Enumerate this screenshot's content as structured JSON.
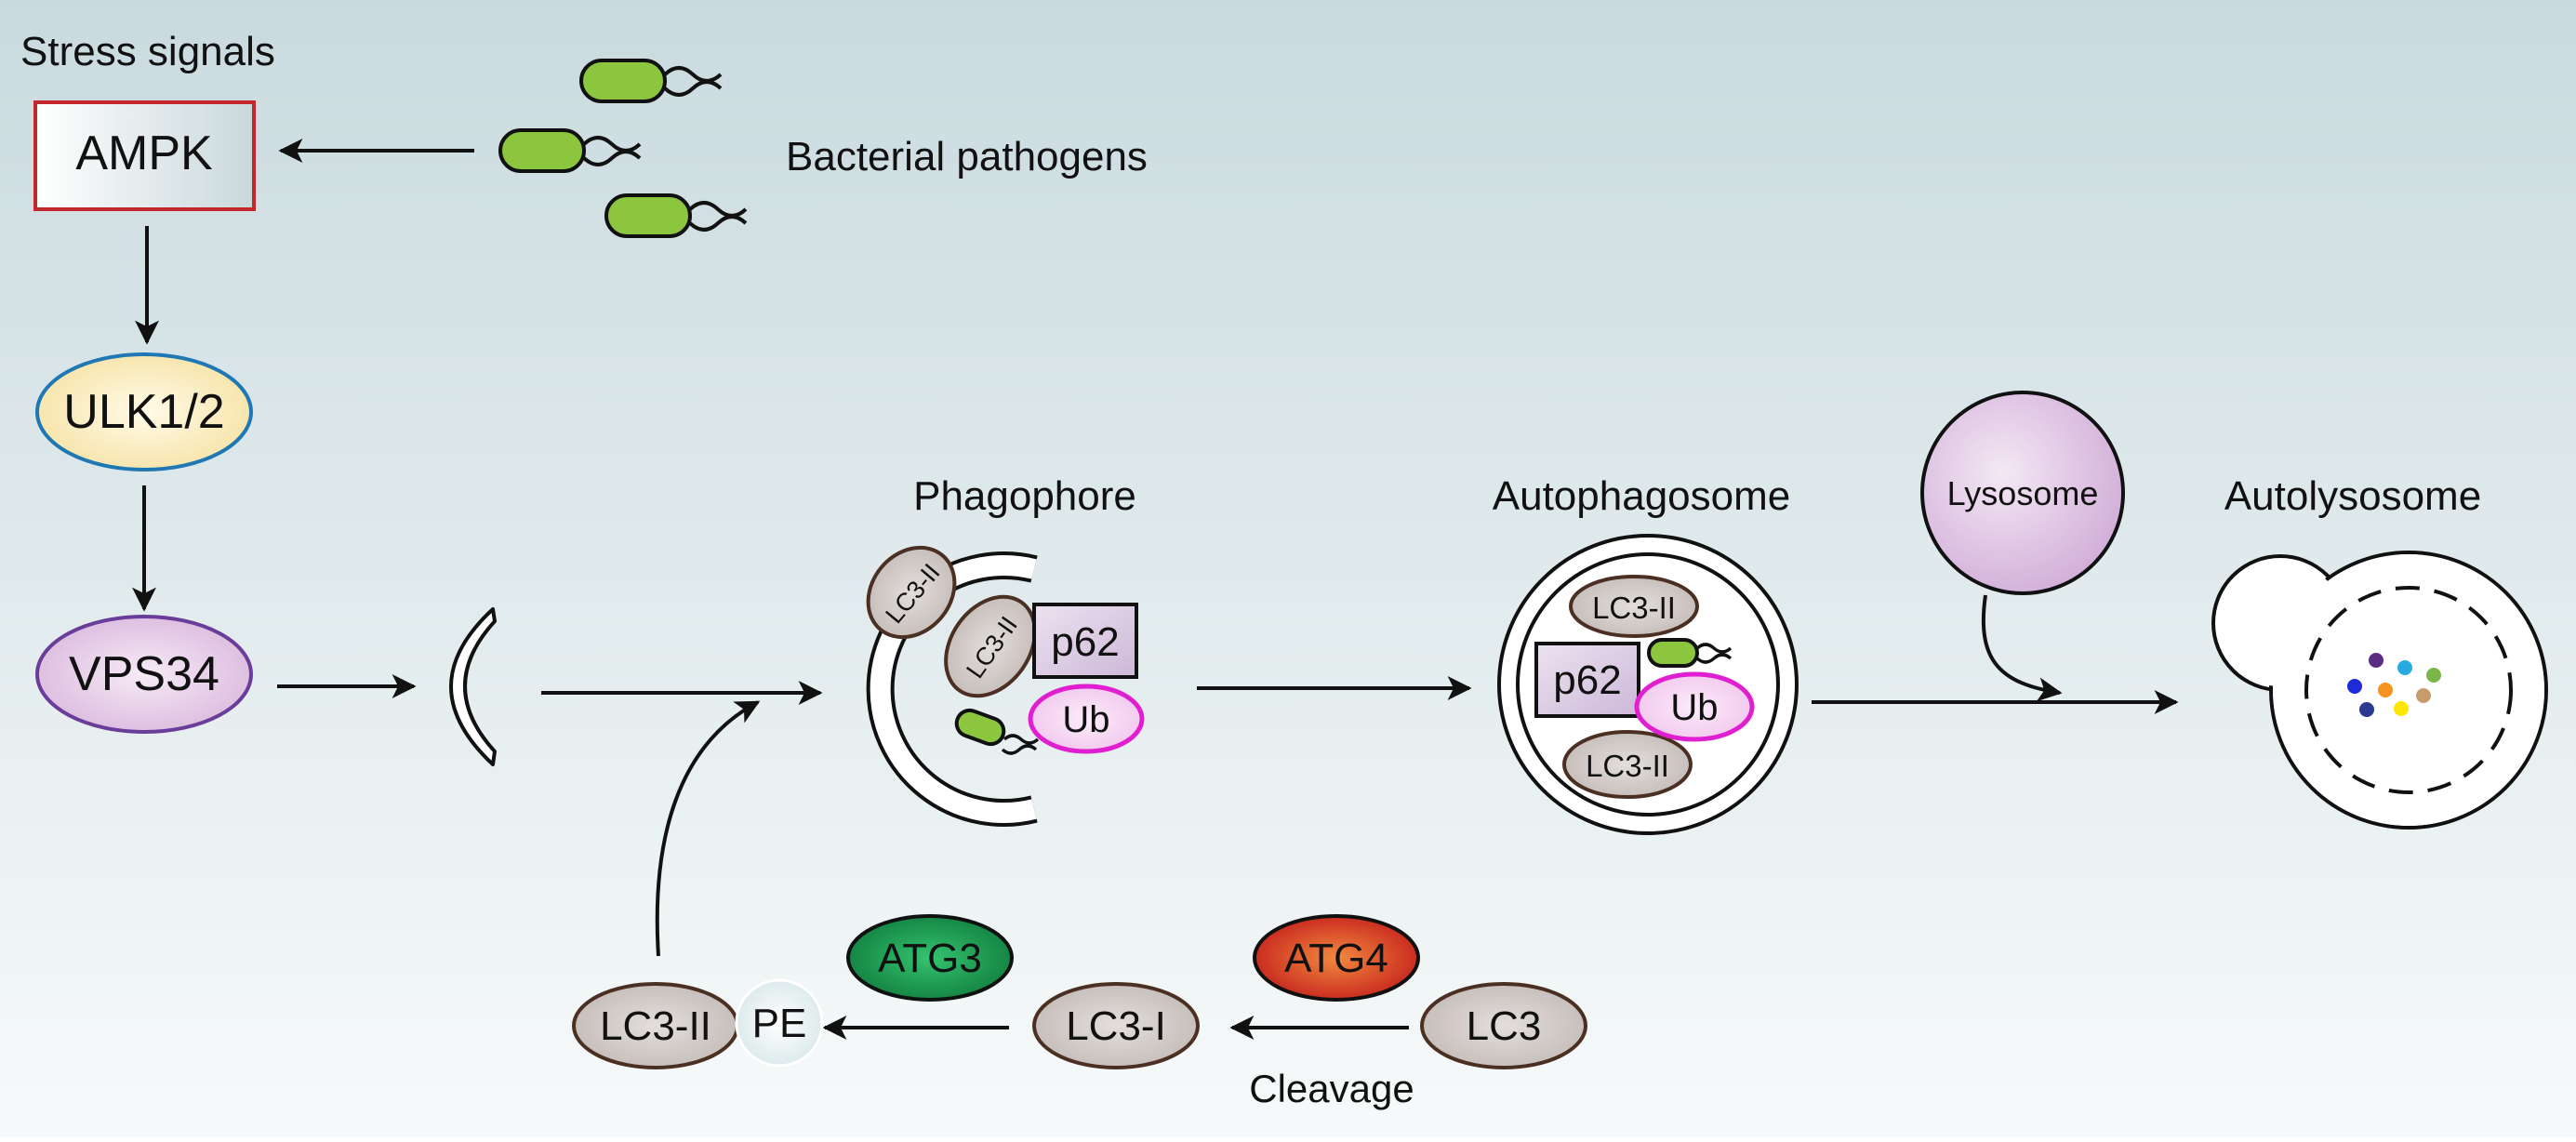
{
  "labels": {
    "stress_signals": "Stress signals",
    "bacterial_pathogens": "Bacterial pathogens",
    "phagophore": "Phagophore",
    "autophagosome": "Autophagosome",
    "autolysosome": "Autolysosome",
    "cleavage": "Cleavage"
  },
  "nodes": {
    "ampk": "AMPK",
    "ulk": "ULK1/2",
    "vps34": "VPS34",
    "lysosome": "Lysosome",
    "atg3": "ATG3",
    "atg4": "ATG4",
    "lc3": "LC3",
    "lc3_i": "LC3-I",
    "lc3_ii": "LC3-II",
    "pe": "PE",
    "p62": "p62",
    "ub": "Ub"
  },
  "colors": {
    "background_top": "#c9dade",
    "background_bottom": "#f7fafa",
    "bacterium": "#8cc63f",
    "ampk_border": "#c1272d",
    "ulk_fill": "#fdf3c8",
    "ulk_border": "#1f78b4",
    "vps34_fill": "#e8cfe8",
    "vps34_border": "#6a3d9a",
    "lc3_fill": "#cdc5c2",
    "lc3_border": "#4a2f22",
    "ub_border": "#e020d0",
    "ub_fill": "#f5d7f2",
    "p62_fill": "#ddd0e4",
    "lysosome_fill": "#ddc5e2",
    "atg3": "#1a9a50",
    "atg4": "#d8322a"
  }
}
